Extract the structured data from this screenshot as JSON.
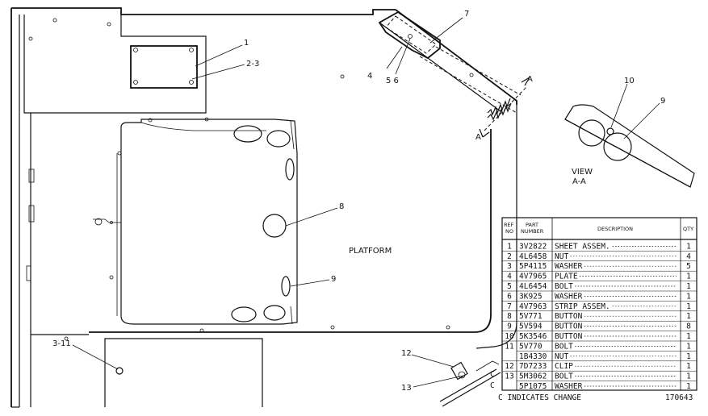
{
  "callouts": {
    "c1": "1",
    "c2_3": "2-3",
    "c4": "4",
    "c5_6": "5 6",
    "c7": "7",
    "c8": "8",
    "c9_main": "9",
    "c9_view": "9",
    "c10": "10",
    "c3_11": "3-11",
    "c12": "12",
    "c13": "13"
  },
  "section_marks": {
    "a_top": "A",
    "a_bottom": "A"
  },
  "view_label": {
    "line1": "VIEW",
    "line2": "A-A"
  },
  "platform_label": "PLATFORM",
  "parts_table": {
    "headers": {
      "ref_1": "REF",
      "ref_2": "NO",
      "part_1": "PART",
      "part_2": "NUMBER",
      "description": "DESCRIPTION",
      "qty": "QTY"
    },
    "rows": [
      {
        "ref": "1",
        "part": "3V2822",
        "desc": "SHEET ASSEM.",
        "qty": "1"
      },
      {
        "ref": "2",
        "part": "4L6458",
        "desc": "NUT",
        "qty": "4"
      },
      {
        "ref": "3",
        "part": "5P4115",
        "desc": "WASHER",
        "qty": "5"
      },
      {
        "ref": "4",
        "part": "4V7965",
        "desc": "PLATE",
        "qty": "1"
      },
      {
        "ref": "5",
        "part": "4L6454",
        "desc": "BOLT",
        "qty": "1"
      },
      {
        "ref": "6",
        "part": "3K925",
        "desc": "WASHER",
        "qty": "1"
      },
      {
        "ref": "7",
        "part": "4V7963",
        "desc": "STRIP ASSEM.",
        "qty": "1"
      },
      {
        "ref": "8",
        "part": "5V771",
        "desc": "BUTTON",
        "qty": "1"
      },
      {
        "ref": "9",
        "part": "5V594",
        "desc": "BUTTON",
        "qty": "8"
      },
      {
        "ref": "10",
        "part": "5K3546",
        "desc": "BUTTON",
        "qty": "1"
      },
      {
        "ref": "11",
        "part": "5V770",
        "desc": "BOLT",
        "qty": "1"
      },
      {
        "ref": "",
        "part": "1B4330",
        "desc": "NUT",
        "qty": "1"
      },
      {
        "ref": "12",
        "part": "7D7233",
        "desc": "CLIP",
        "qty": "1"
      },
      {
        "ref": "13",
        "part": "5M3062",
        "desc": "BOLT",
        "qty": "1"
      },
      {
        "ref": "",
        "part": "5P1075",
        "desc": "WASHER",
        "qty": "1"
      }
    ],
    "change_marks": {
      "m1": "C",
      "m2": "C"
    }
  },
  "footer": {
    "change_note": "C INDICATES CHANGE",
    "drawing_number": "170643"
  }
}
